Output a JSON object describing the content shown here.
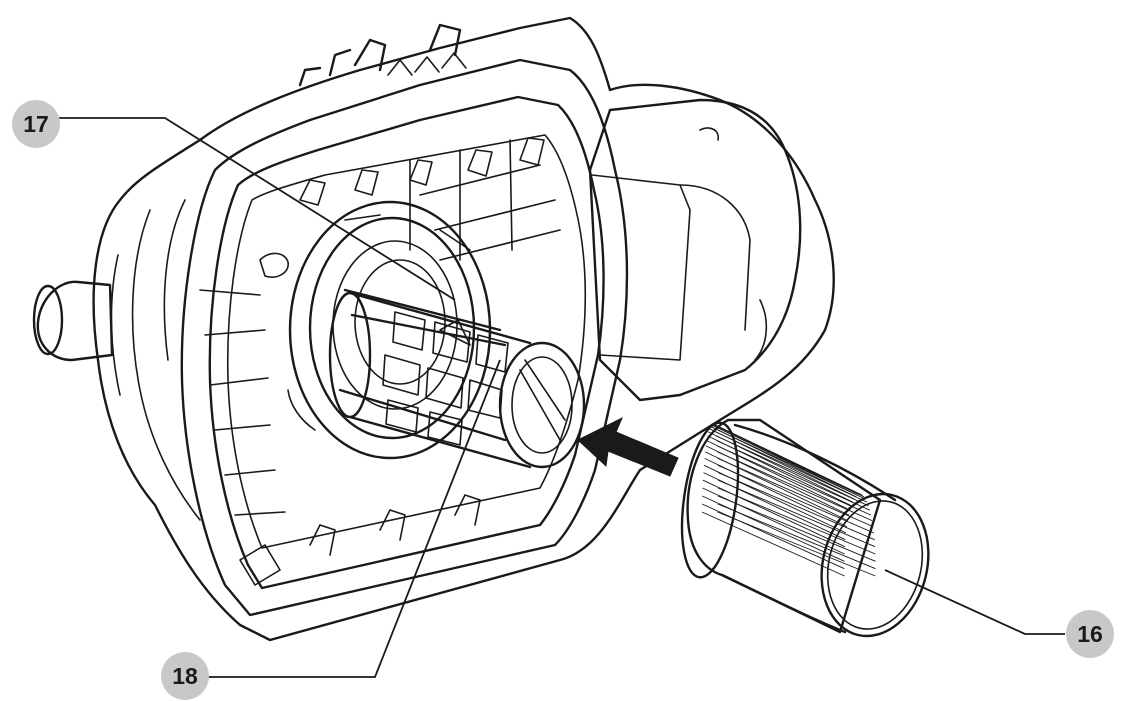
{
  "callouts": [
    {
      "id": "c17",
      "label": "17"
    },
    {
      "id": "c18",
      "label": "18"
    },
    {
      "id": "c16",
      "label": "16"
    }
  ],
  "colors": {
    "line": "#1a1a1a",
    "callout_fill": "#c8c8c8",
    "background": "#ffffff"
  }
}
